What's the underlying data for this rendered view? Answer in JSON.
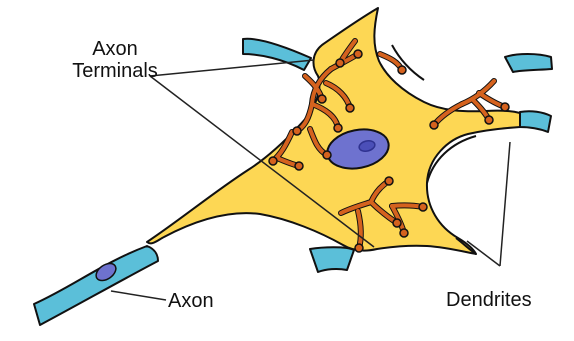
{
  "labels": {
    "axon_terminals": "Axon\nTerminals",
    "axon": "Axon",
    "dendrites": "Dendrites"
  },
  "colors": {
    "cell_body": "#fdd754",
    "outline": "#111111",
    "myelin": "#5bbfd9",
    "nucleus": "#6e72cf",
    "nucleolus": "#4b4fb8",
    "terminals": "#d5621e",
    "background": "#ffffff"
  }
}
